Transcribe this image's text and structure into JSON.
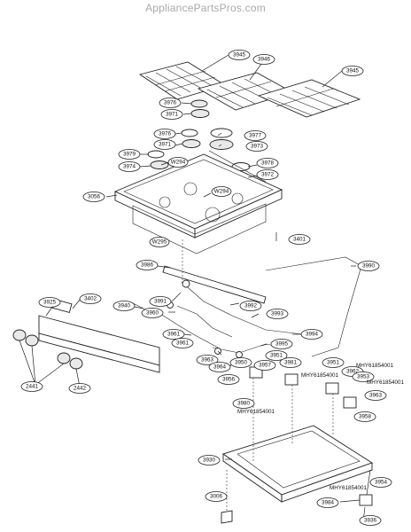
{
  "header": {
    "site": "AppliancePartsPros.com"
  },
  "callouts": {
    "c3945a": "3945",
    "c3946": "3946",
    "c3945b": "3945",
    "c3976a": "3976",
    "c3971a": "3971",
    "c3976b": "3976",
    "c3977": "3977",
    "c3971b": "3971",
    "c3973": "3973",
    "c3979": "3979",
    "w294a": "W294",
    "c3974": "3974",
    "c3978": "3978",
    "c3972": "3972",
    "w294b": "W294",
    "c3056": "3056",
    "w295": "W295",
    "c3401": "3401",
    "c3986": "3986",
    "c3990": "3990",
    "c3402": "3402",
    "c3925": "3925",
    "c3940": "3940",
    "c3991": "3991",
    "c3960": "3960",
    "c3992": "3992",
    "c3993": "3993",
    "c3961a": "3961",
    "c3961b": "3961",
    "c3994": "3994",
    "c3995": "3995",
    "c3963a": "3963",
    "c3964": "3964",
    "c3950": "3950",
    "c3957": "3957",
    "c3951a": "3951",
    "c3981": "3981",
    "c3951b": "3951",
    "c3962": "3962",
    "c3953": "3953",
    "c3956": "3956",
    "c3963b": "3963",
    "c3958": "3958",
    "c3980": "3980",
    "c2441": "2441",
    "c2442": "2442",
    "c3930": "3930",
    "c3006": "3006",
    "c3954": "3954",
    "c3984": "3984",
    "c3936": "3936"
  },
  "plain_labels": {
    "mhy1": "MHY61854001",
    "mhy2": "MHY61854001",
    "mhy3": "MHY61854001",
    "mhy4": "MHY61854001",
    "mhy5": "MHY61854001"
  }
}
